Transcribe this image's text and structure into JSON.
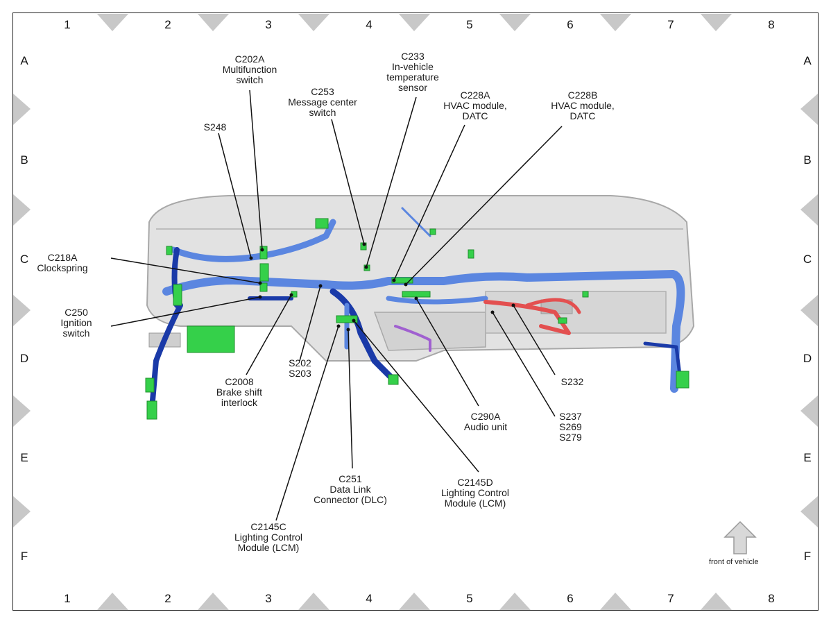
{
  "grid": {
    "columns": [
      "1",
      "2",
      "3",
      "4",
      "5",
      "6",
      "7",
      "8"
    ],
    "rows": [
      "A",
      "B",
      "C",
      "D",
      "E",
      "F"
    ]
  },
  "labels": {
    "c202a": "C202A\nMultifunction\nswitch",
    "c233": "C233\nIn-vehicle\ntemperature\nsensor",
    "c253": "C253\nMessage center\nswitch",
    "c228a": "C228A\nHVAC module,\nDATC",
    "c228b": "C228B\nHVAC module,\nDATC",
    "s248": "S248",
    "c218a": "C218A\nClockspring",
    "c250": "C250\nIgnition\nswitch",
    "s202": "S202\nS203",
    "c2008": "C2008\nBrake shift\ninterlock",
    "s232": "S232",
    "c290a": "C290A\nAudio unit",
    "s237": "S237\nS269\nS279",
    "c251": "C251\nData Link\nConnector (DLC)",
    "c2145d": "C2145D\nLighting Control\nModule (LCM)",
    "c2145c": "C2145C\nLighting Control\nModule (LCM)"
  },
  "front_of_vehicle": "front of vehicle",
  "colors": {
    "harness_blue": "#5b86e0",
    "harness_dark": "#1a3aa8",
    "harness_red": "#e35050",
    "harness_purple": "#a060d0",
    "connector_green": "#35d04a",
    "dash_gray": "#d8d8d8",
    "marker_gray": "#c8c8c8"
  }
}
